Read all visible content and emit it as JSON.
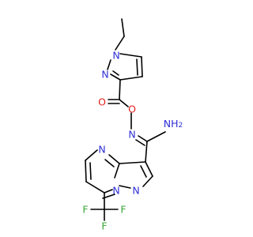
{
  "molecule": {
    "colors": {
      "carbon_bond": "#000000",
      "nitrogen": "#2f2fd6",
      "oxygen": "#e0201b",
      "fluorine": "#3aa83a"
    },
    "labels": {
      "n_ethyl": "N",
      "n_pyrazole_2": "N",
      "o_carbonyl": "O",
      "o_ester": "O",
      "n_oxime": "N",
      "nh2": "NH",
      "nh2_sub": "2",
      "n_pyrimidine": "N",
      "n_bridge": "N",
      "n_pyrazole_b": "N",
      "f_left": "F",
      "f_right": "F",
      "f_bottom": "F"
    }
  }
}
